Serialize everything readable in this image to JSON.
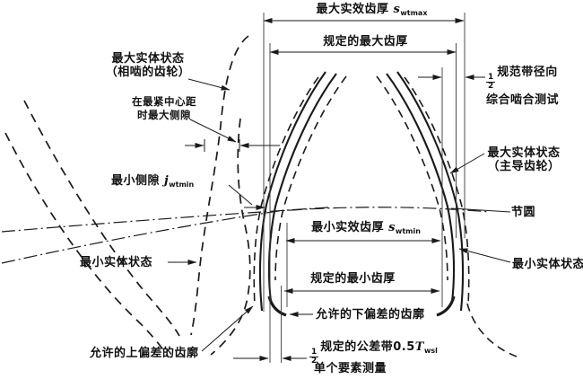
{
  "figure": {
    "type": "gear tooth-thickness tolerance diagram",
    "background_color": "#ffffff",
    "ink_color": "#1a1a1a"
  },
  "labels": {
    "swtmax": {
      "prefix": "最大实效齿厚 ",
      "sym": "s",
      "sub": "wtmax"
    },
    "spec_max": "规定的最大齿厚",
    "mmc_mating_1": "最大实体状态",
    "mmc_mating_2": "（相啮的齿轮）",
    "tight_center_1": "在最紧中心距",
    "tight_center_2": "时最大侧隙",
    "jwtmin": {
      "prefix": "最小侧隙 ",
      "sym": "j",
      "sub": "wtmin"
    },
    "lmc_left": "最小实体状态",
    "upper_dev": "允许的上偏差的齿廓",
    "lower_dev": "允许的下偏差的齿廓",
    "swtmin": {
      "prefix": "最小实效齿厚 ",
      "sym": "s",
      "sub": "wtmin"
    },
    "spec_min": "规定的最小齿厚",
    "tol_band": {
      "num": "1",
      "den": "2",
      "text": "规定的公差带0.5",
      "sym": "T",
      "sub": "wsl"
    },
    "single_meas": "单个要素测量",
    "radial_1": {
      "num": "1",
      "den": "2",
      "text": "规范带径向"
    },
    "radial_2": "综合啮合测试",
    "mmc_master_1": "最大实体状态",
    "mmc_master_2": "（主导齿轮）",
    "pitch": "节圆",
    "lmc_right": "最小实体状态"
  }
}
